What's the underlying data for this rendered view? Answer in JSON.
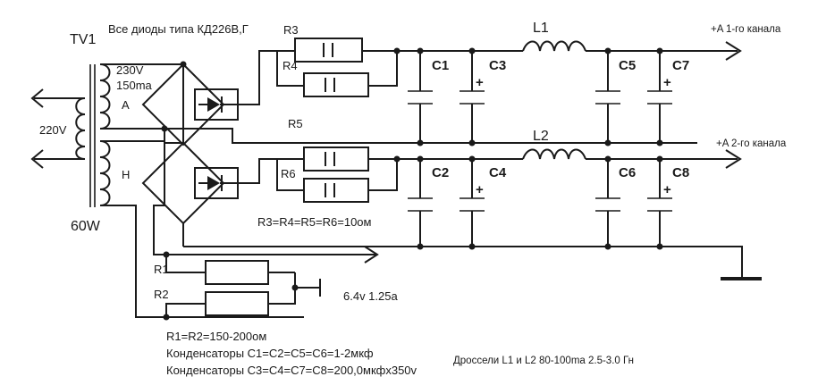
{
  "labels": {
    "tv1": "TV1",
    "diodes_note": "Все диоды типа КД226В,Г",
    "r3": "R3",
    "r4": "R4",
    "r5": "R5",
    "r6": "R6",
    "r1": "R1",
    "r2": "R2",
    "c1": "C1",
    "c2": "C2",
    "c3": "C3",
    "c4": "C4",
    "c5": "C5",
    "c6": "C6",
    "c7": "C7",
    "c8": "C8",
    "l1": "L1",
    "l2": "L2",
    "sec_voltage": "230V",
    "sec_current": "150ma",
    "winding_a": "A",
    "winding_h": "H",
    "primary": "220V",
    "power": "60W",
    "out_a1": "+A 1-го канала",
    "out_a2": "+A 2-го канала",
    "heater_out": "6.4v 1.25a",
    "res_values": "R3=R4=R5=R6=10ом",
    "r1r2_values": "R1=R2=150-200ом",
    "caps1": "Конденсаторы C1=C2=C5=C6=1-2мкф",
    "caps2": "Конденсаторы C3=C4=C7=C8=200,0мкфх350v",
    "chokes": "Дроссели L1 и L2  80-100ma   2.5-3.0 Гн",
    "plus": "+"
  }
}
